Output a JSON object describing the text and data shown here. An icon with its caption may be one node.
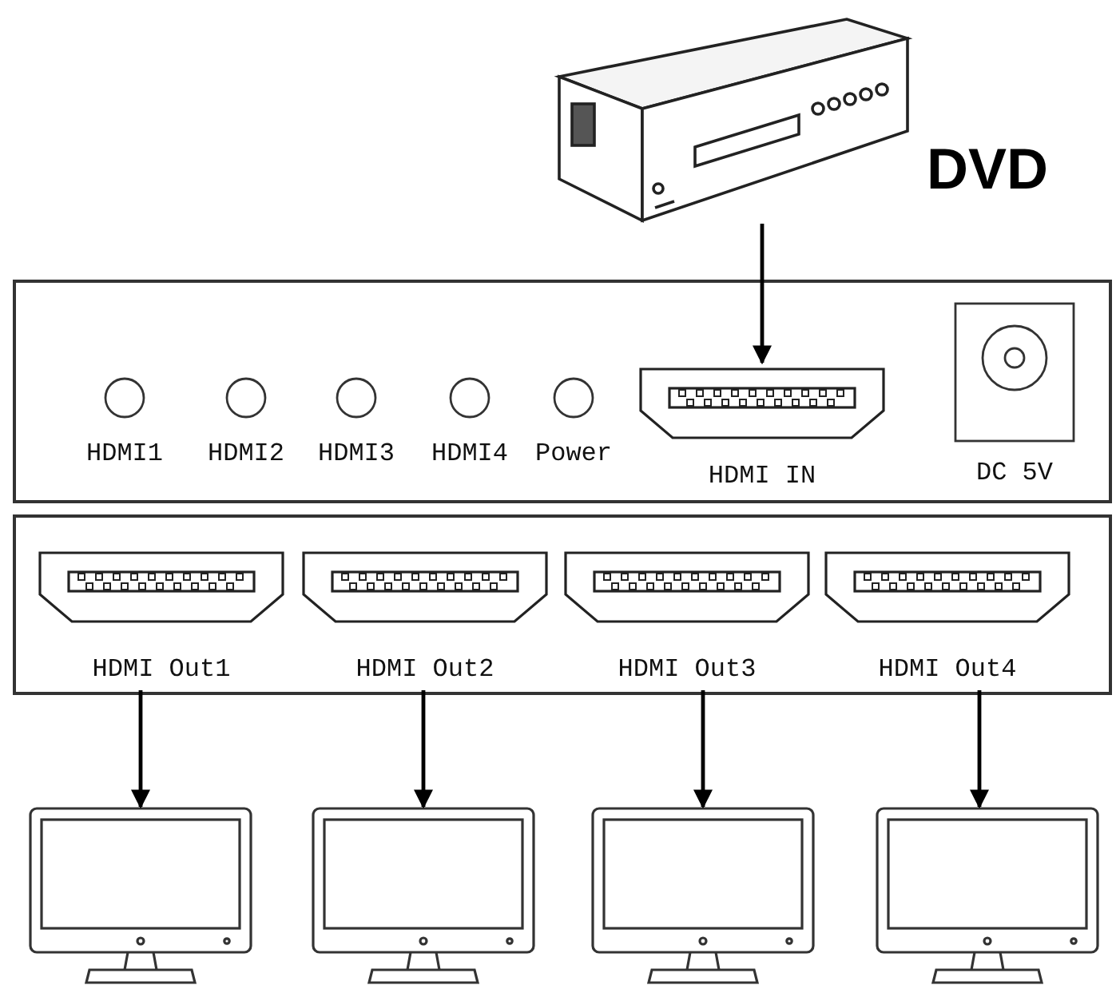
{
  "diagram": {
    "nodes": [
      {
        "text": [
          "DVD"
        ]
      },
      {
        "text": [],
        "shape": "box"
      },
      {
        "text": [
          "HDMI1"
        ],
        "in": 1
      },
      {
        "text": [
          "HDMI2"
        ],
        "in": 1
      },
      {
        "text": [
          "HDMI3"
        ],
        "in": 1
      },
      {
        "text": [
          "HDMI4"
        ],
        "in": 1
      },
      {
        "text": [
          "Power"
        ],
        "in": 1
      },
      {
        "text": [
          "HDMI IN"
        ],
        "in": 1
      },
      {
        "text": [
          "DC 5V"
        ],
        "in": 1
      },
      {
        "text": [],
        "shape": "box"
      },
      {
        "text": [
          "HDMI Out1"
        ],
        "in": 9
      },
      {
        "text": [
          "HDMI Out2"
        ],
        "in": 9
      },
      {
        "text": [
          "HDMI Out3"
        ],
        "in": 9
      },
      {
        "text": [
          "HDMI Out4"
        ],
        "in": 9
      },
      {
        "text": [],
        "shape": "picture"
      },
      {
        "text": [],
        "shape": "picture"
      },
      {
        "text": [],
        "shape": "picture"
      },
      {
        "text": [],
        "shape": "picture"
      }
    ],
    "edges": [
      {
        "from": 0,
        "to": 7,
        "arrow": "to"
      },
      {
        "from": 10,
        "to": 14,
        "arrow": "to"
      },
      {
        "from": 11,
        "to": 15,
        "arrow": "to"
      },
      {
        "from": 12,
        "to": 16,
        "arrow": "to"
      },
      {
        "from": 13,
        "to": 17,
        "arrow": "to"
      }
    ]
  }
}
